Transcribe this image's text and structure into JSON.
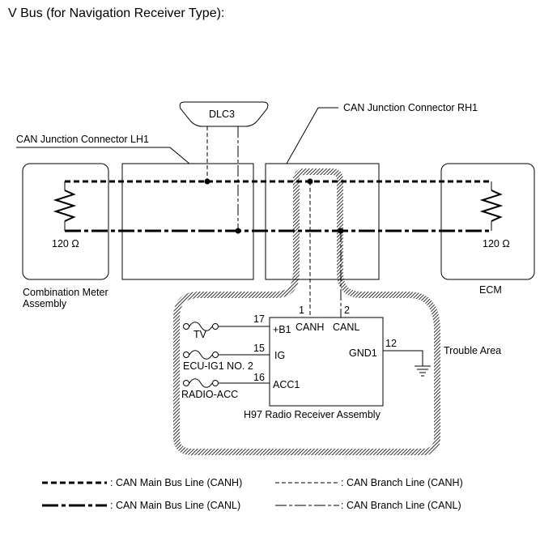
{
  "title": "V Bus (for Navigation Receiver Type):",
  "labels": {
    "dlc3": "DLC3",
    "jc_rh1": "CAN Junction Connector RH1",
    "jc_lh1": "CAN Junction Connector LH1",
    "resistor_left": "120 Ω",
    "resistor_right": "120 Ω",
    "combination_meter_line1": "Combination Meter",
    "combination_meter_line2": "Assembly",
    "ecm": "ECM",
    "trouble_area": "Trouble Area"
  },
  "radio_receiver": {
    "name": "H97   Radio Receiver Assembly",
    "pins": [
      {
        "number": "1",
        "name": "CANH"
      },
      {
        "number": "2",
        "name": "CANL"
      },
      {
        "number": "17",
        "name": "+B1"
      },
      {
        "number": "15",
        "name": "IG"
      },
      {
        "number": "16",
        "name": "ACC1"
      },
      {
        "number": "12",
        "name": "GND1"
      }
    ],
    "fuses": [
      "TV",
      "ECU-IG1 NO. 2",
      "RADIO-ACC"
    ]
  },
  "legend": [
    {
      "style": "canh-main",
      "text": ": CAN Main Bus Line (CANH)"
    },
    {
      "style": "canh-branch",
      "text": ": CAN Branch Line (CANH)"
    },
    {
      "style": "canl-main",
      "text": ": CAN Main Bus Line (CANL)"
    },
    {
      "style": "canl-branch",
      "text": ": CAN Branch Line (CANL)"
    }
  ]
}
